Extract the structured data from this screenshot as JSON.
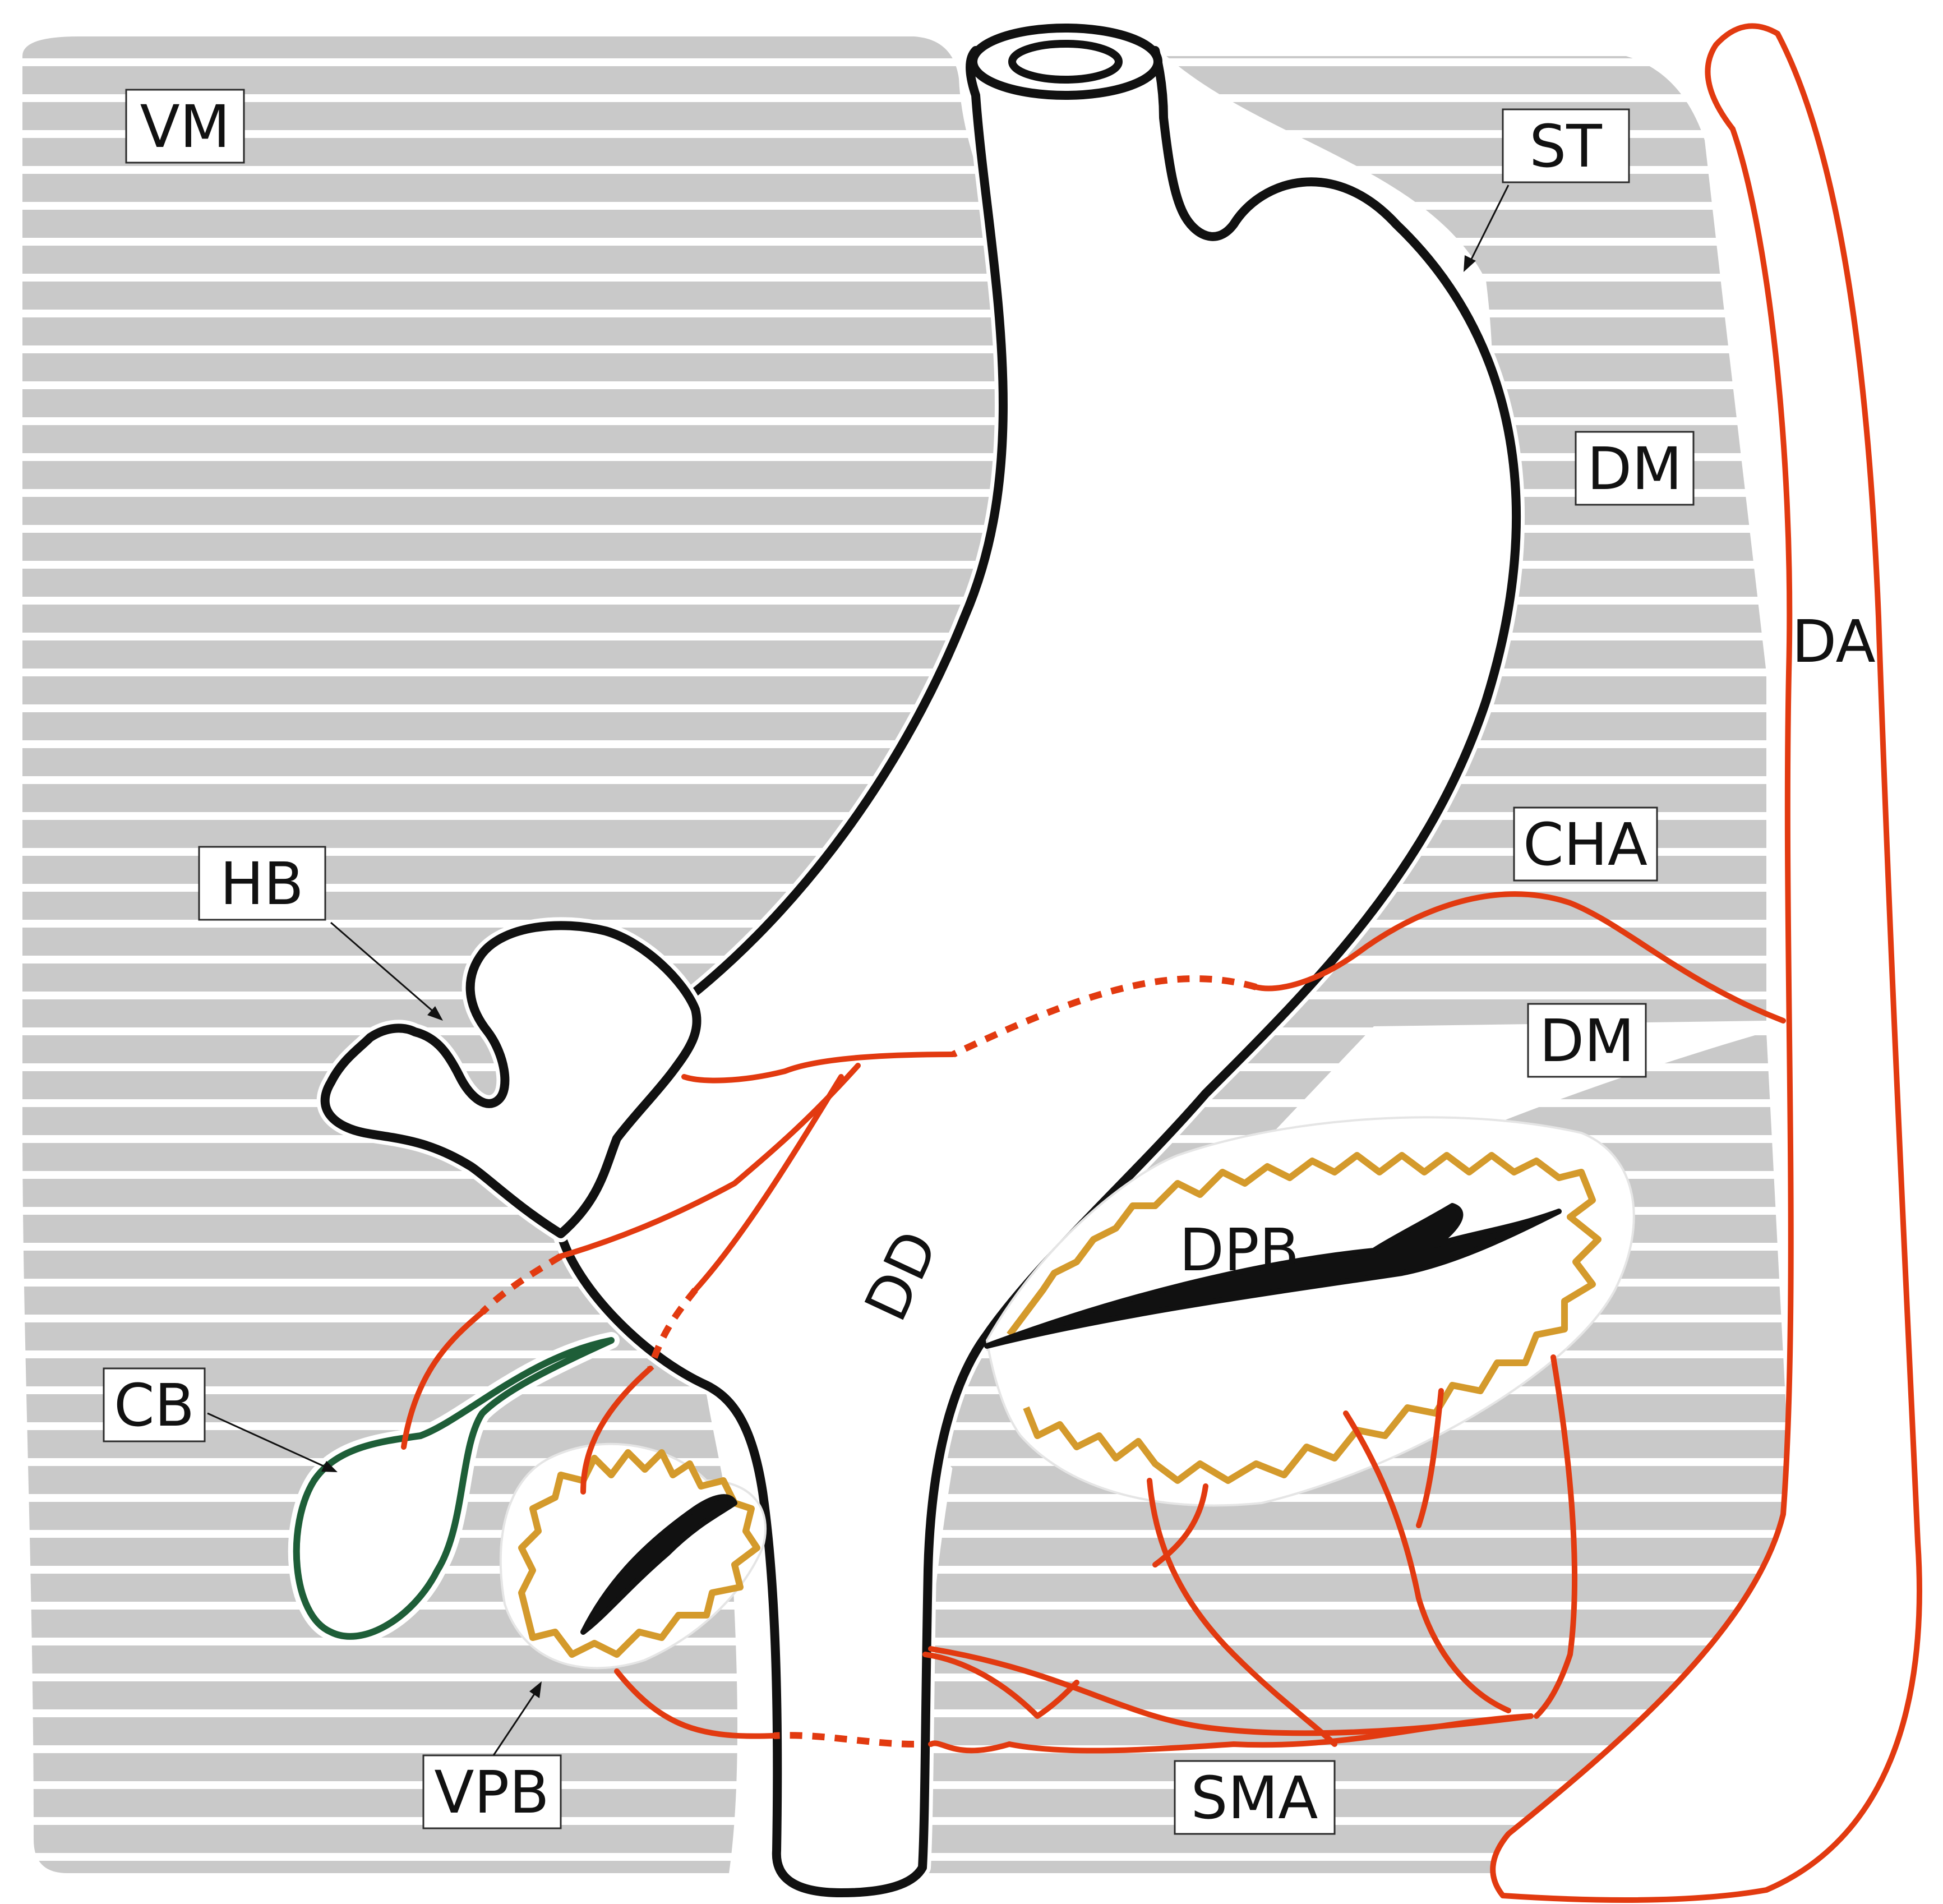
{
  "labels": {
    "vm": "VM",
    "st": "ST",
    "dm_upper": "DM",
    "da": "DA",
    "cha": "CHA",
    "dm_lower": "DM",
    "hb": "HB",
    "dpb": "DPB",
    "dd": "DD",
    "cb": "CB",
    "vpb": "VPB",
    "sma": "SMA"
  },
  "colors": {
    "mesentery_fill": "#c9c9c9",
    "mesentery_stripe": "#ffffff",
    "outline": "#111111",
    "artery": "#e23a10",
    "pancreatic_bud": "#d49a2c",
    "cystic_bud": "#1e5e38"
  }
}
